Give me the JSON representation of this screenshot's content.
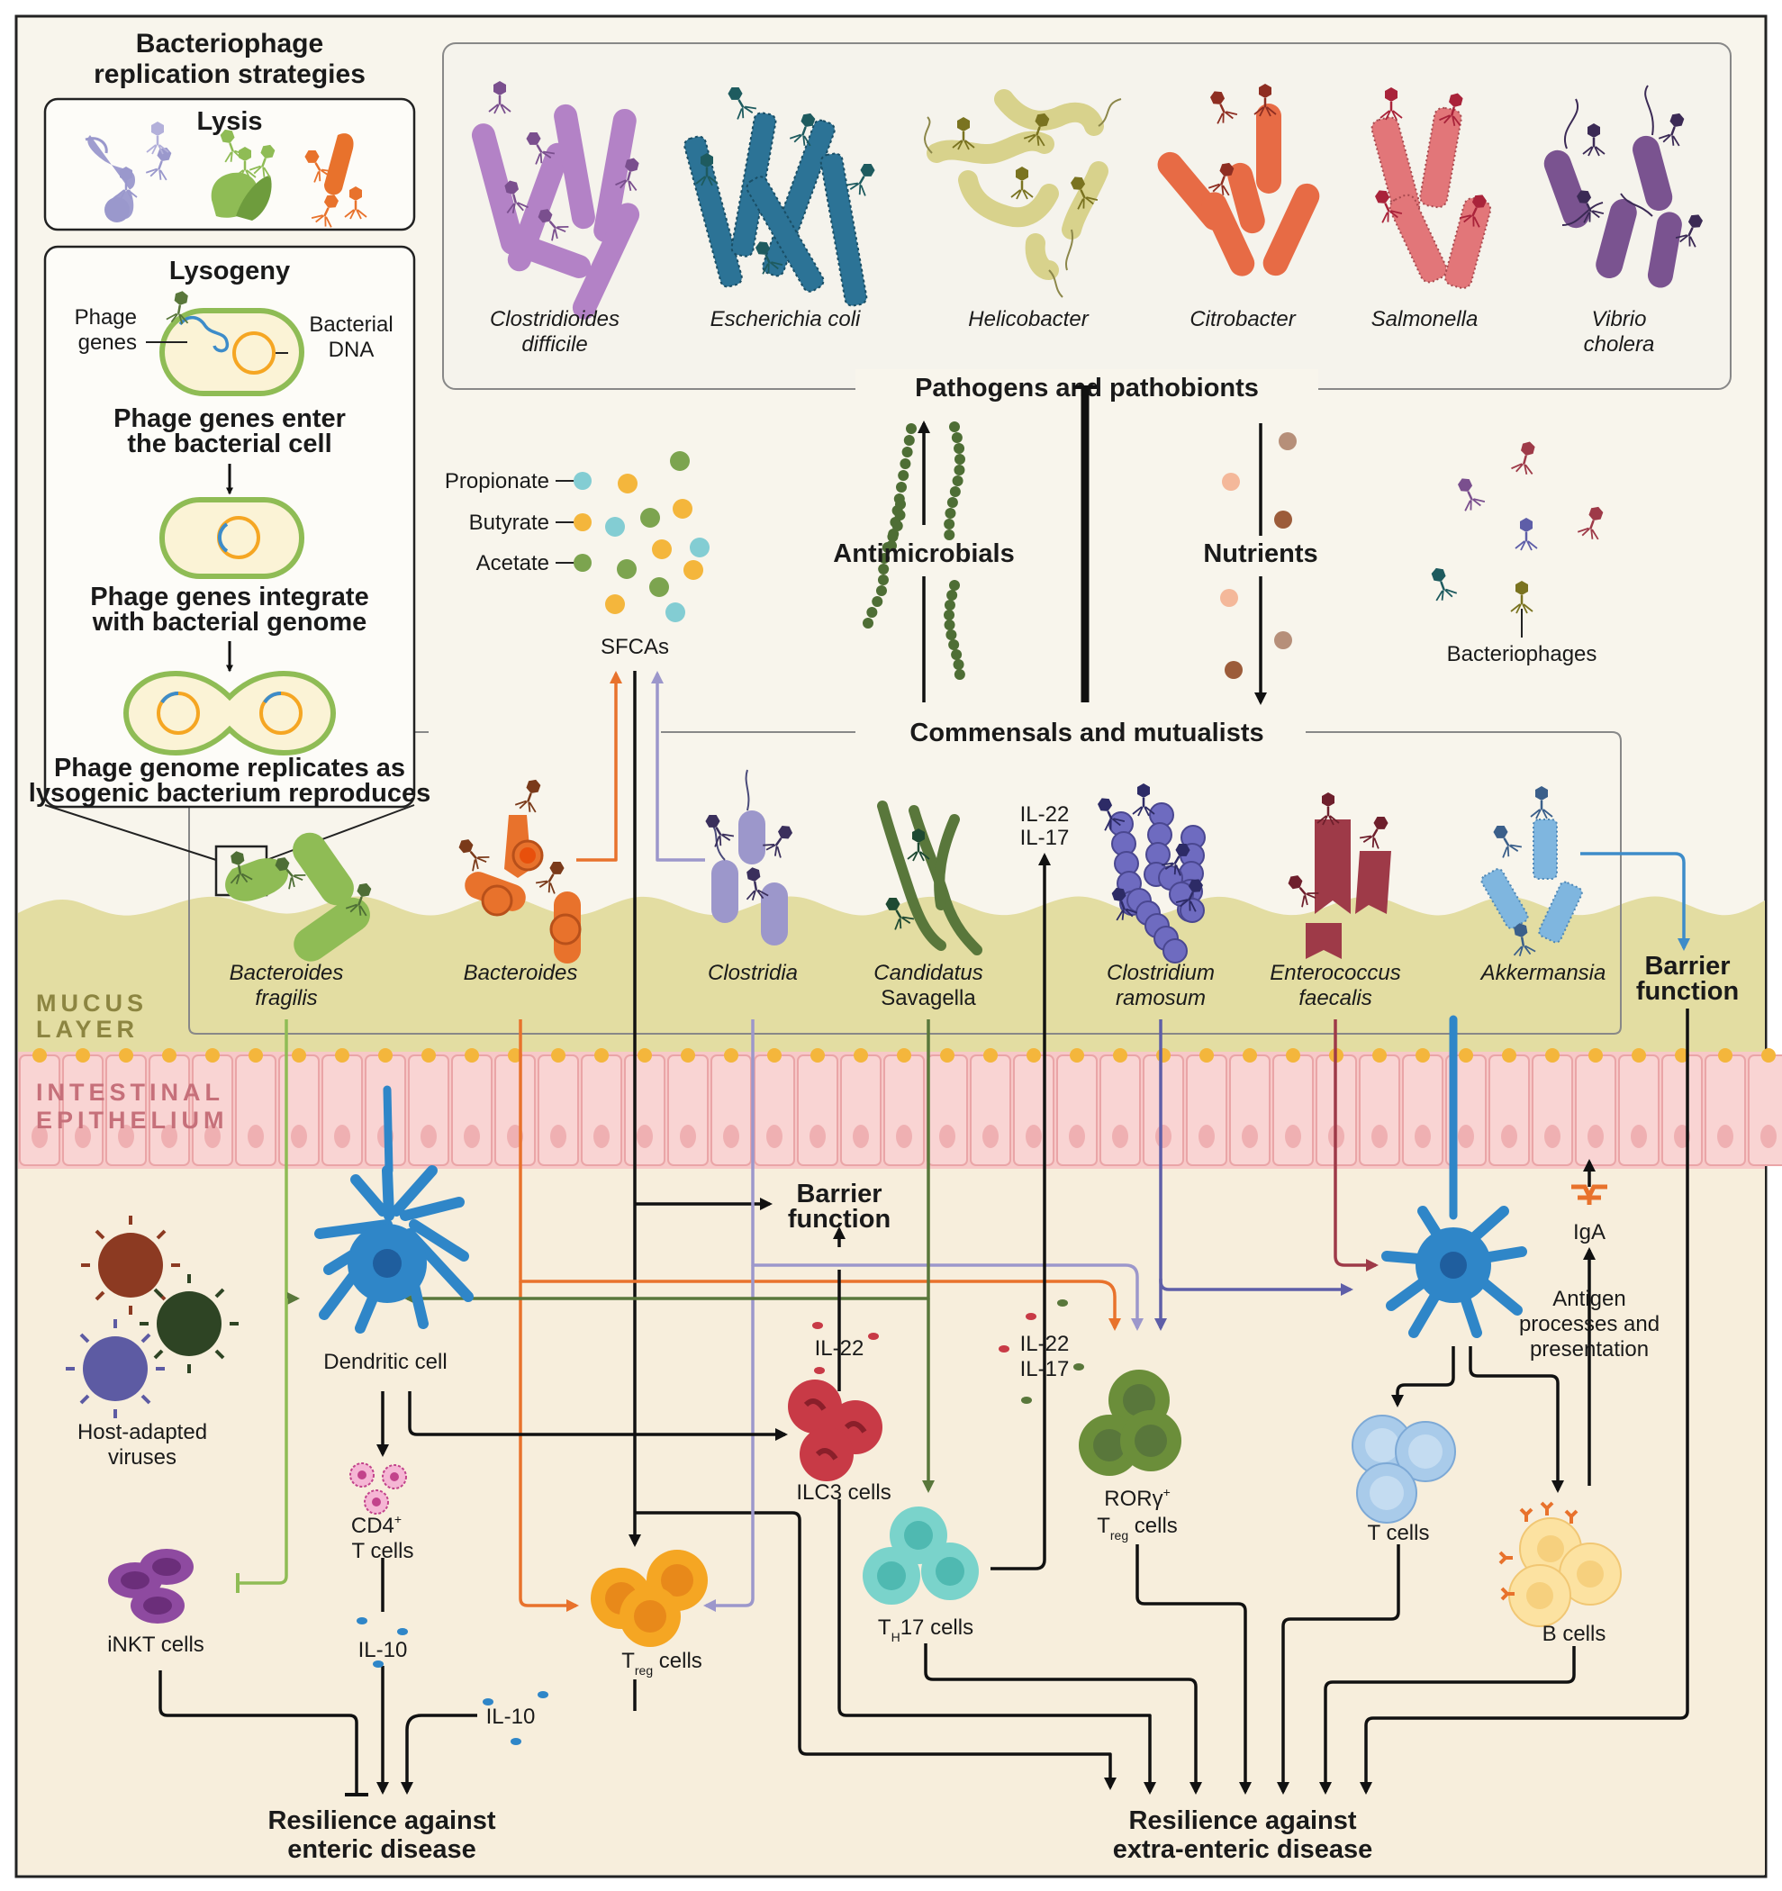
{
  "title": [
    "Bacteriophage",
    "replication strategies"
  ],
  "lysis": {
    "title": "Lysis"
  },
  "lysogeny": {
    "title": "Lysogeny",
    "phage_genes": [
      "Phage",
      "genes"
    ],
    "bacterial_dna": [
      "Bacterial",
      "DNA"
    ],
    "steps": [
      [
        "Phage genes enter",
        "the bacterial cell"
      ],
      [
        "Phage genes integrate",
        "with bacterial genome"
      ],
      [
        "Phage genome replicates as",
        "lysogenic bacterium reproduces"
      ]
    ]
  },
  "pathogens": {
    "title": "Pathogens and pathobionts",
    "names": [
      [
        "Clostridioides",
        "difficile"
      ],
      [
        "Escherichia coli"
      ],
      [
        "Helicobacter"
      ],
      [
        "Citrobacter"
      ],
      [
        "Salmonella"
      ],
      [
        "Vibrio",
        "cholera"
      ]
    ]
  },
  "middle": {
    "antimicrobials": "Antimicrobials",
    "nutrients": "Nutrients",
    "bacteriophages": "Bacteriophages",
    "propionate": "Propionate",
    "butyrate": "Butyrate",
    "acetate": "Acetate",
    "sfcas": "SFCAs"
  },
  "commensals": {
    "title": "Commensals and mutualists",
    "il_top": [
      "IL-22",
      "IL-17"
    ],
    "names": [
      [
        "Bacteroides",
        "fragilis"
      ],
      [
        "Bacteroides"
      ],
      [
        "Clostridia"
      ],
      [
        "Candidatus",
        "Savagella"
      ],
      [
        "Clostridium",
        "ramosum"
      ],
      [
        "Enterococcus",
        "faecalis"
      ],
      [
        "Akkermansia"
      ]
    ],
    "barrier_right": [
      "Barrier",
      "function"
    ]
  },
  "zones": {
    "mucus": [
      "MUCUS",
      "LAYER"
    ],
    "epithelium": [
      "INTESTINAL",
      "EPITHELIUM"
    ]
  },
  "host": {
    "host_viruses": [
      "Host-adapted",
      "viruses"
    ],
    "dendritic": "Dendritic cell",
    "cd4": "CD4",
    "cd4_sup": "+",
    "t_cells_label": "T cells",
    "inkt": "iNKT cells",
    "il10": "IL-10",
    "il10_b": "IL-10",
    "barrier_center": [
      "Barrier",
      "function"
    ],
    "il22": "IL-22",
    "ilc3": "ILC3 cells",
    "il22_17": [
      "IL-22",
      "IL-17"
    ],
    "th17_main": "T",
    "th17_sub": "H",
    "th17_rest": "17 cells",
    "ror_main": "RORγ",
    "ror_sup": "+",
    "treg_main": "T",
    "treg_sub": "reg",
    "treg_rest": " cells",
    "treg2_rest": " cells",
    "tcells": "T cells",
    "bcells": "B cells",
    "iga": "IgA",
    "antigen": [
      "Antigen",
      "processes and",
      "presentation"
    ]
  },
  "outcomes": {
    "enteric": [
      "Resilience against",
      "enteric disease"
    ],
    "extra": [
      "Resilience against",
      "extra-enteric disease"
    ]
  },
  "colors": {
    "bf": "#8fbc55",
    "bact": "#e8722c",
    "clostridia": "#9c97cb",
    "savagella": "#59773b",
    "ramosum": "#5e5ea8",
    "entero": "#9e3a48",
    "akk": "#3d8cc9",
    "dc": "#2f86c8",
    "mucus": "#e3dda2",
    "epi": "#f7c9c8",
    "background": "#f8f5ec"
  }
}
